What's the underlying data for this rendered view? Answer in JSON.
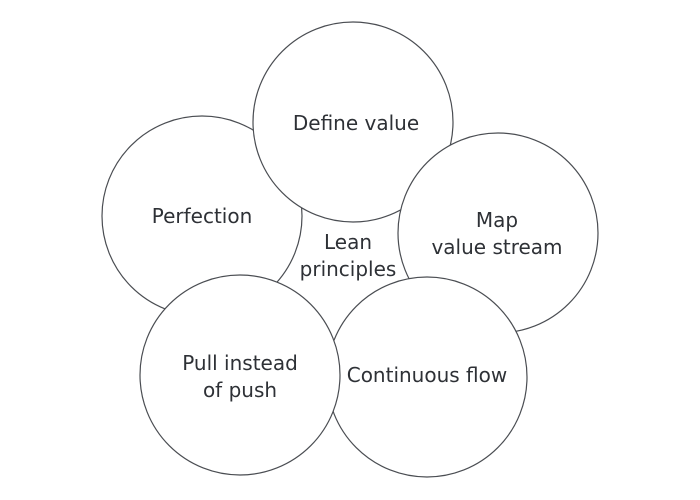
{
  "diagram": {
    "center": {
      "line1": "Lean",
      "line2": "principles"
    },
    "nodes": {
      "perfection": {
        "line1": "Perfection"
      },
      "pull": {
        "line1": "Pull instead",
        "line2": "of push"
      },
      "flow": {
        "line1": "Continuous flow"
      },
      "map": {
        "line1": "Map",
        "line2": "value stream"
      },
      "define": {
        "line1": "Define value"
      }
    }
  }
}
